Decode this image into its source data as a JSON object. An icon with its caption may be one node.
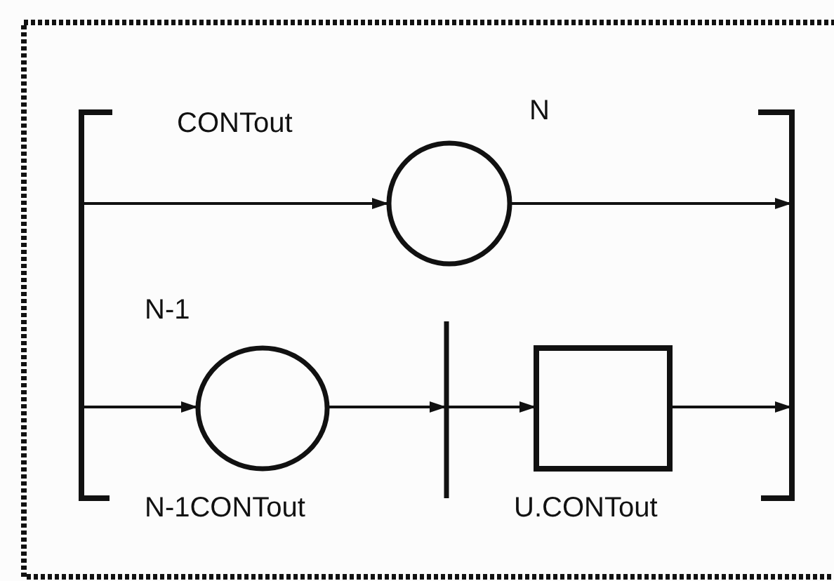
{
  "diagram": {
    "nodes": [
      {
        "text": [],
        "shape": "bar"
      },
      {
        "text": [
          "N"
        ]
      },
      {
        "text": [],
        "shape": "bar"
      },
      {
        "text": [
          "N-1"
        ]
      },
      {
        "text": [],
        "shape": "bar"
      },
      {
        "text": [],
        "shape": "box"
      }
    ],
    "edges": [
      {
        "from": 0,
        "to": 1,
        "arrow": "to"
      },
      {
        "from": 1,
        "to": 2,
        "arrow": "to"
      },
      {
        "from": 0,
        "to": 3,
        "arrow": "to"
      },
      {
        "from": 3,
        "to": 4,
        "arrow": "to"
      },
      {
        "from": 4,
        "to": 5,
        "arrow": "to"
      },
      {
        "from": 5,
        "to": 2,
        "arrow": "to"
      }
    ],
    "labels": [
      "CONTout",
      "N-1CONTout",
      "U.CONTout"
    ]
  }
}
